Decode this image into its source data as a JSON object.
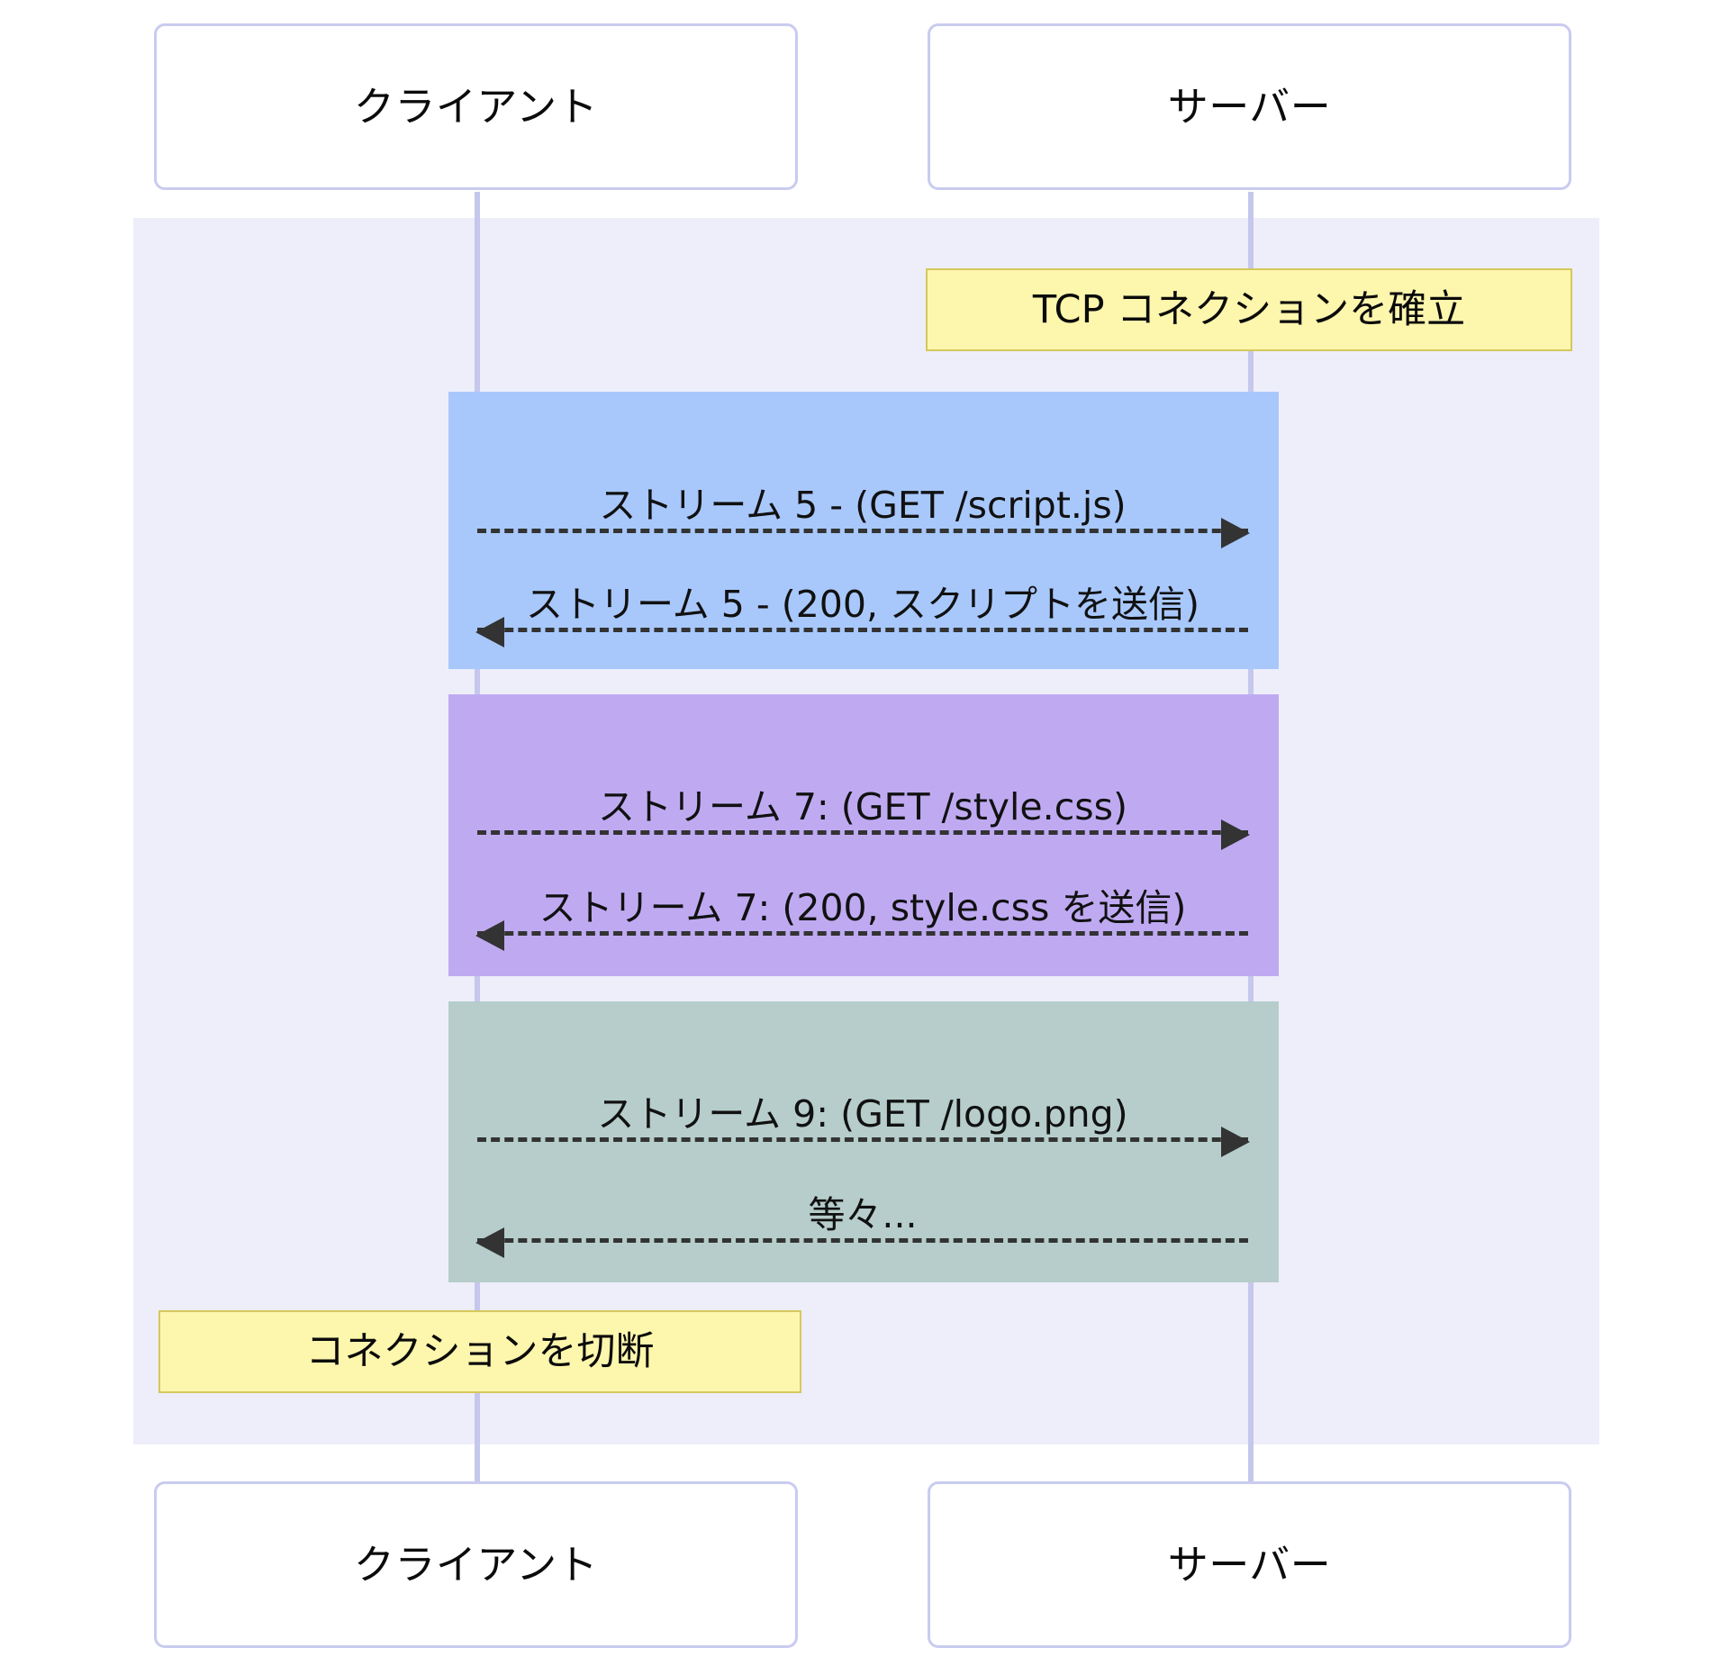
{
  "diagram": {
    "type": "sequence-diagram",
    "background_color": "#ffffff",
    "region_color": "#eeeefa"
  },
  "actors": {
    "client_top": "クライアント",
    "server_top": "サーバー",
    "client_bottom": "クライアント",
    "server_bottom": "サーバー"
  },
  "notes": {
    "tcp_connect": "TCP コネクションを確立",
    "disconnect": "コネクションを切断"
  },
  "blocks": [
    {
      "name": "stream-5",
      "color": "#a8c8fc"
    },
    {
      "name": "stream-7",
      "color": "#bfaaf2"
    },
    {
      "name": "stream-9",
      "color": "#b6cdcb"
    }
  ],
  "messages": [
    {
      "id": "m1",
      "label": "ストリーム 5 - (GET /script.js)",
      "direction": "client-to-server"
    },
    {
      "id": "m2",
      "label": "ストリーム 5 - (200, スクリプトを送信)",
      "direction": "server-to-client"
    },
    {
      "id": "m3",
      "label": "ストリーム 7: (GET /style.css)",
      "direction": "client-to-server"
    },
    {
      "id": "m4",
      "label": "ストリーム 7: (200, style.css を送信)",
      "direction": "server-to-client"
    },
    {
      "id": "m5",
      "label": "ストリーム 9: (GET /logo.png)",
      "direction": "client-to-server"
    },
    {
      "id": "m6",
      "label": "等々...",
      "direction": "server-to-client"
    }
  ],
  "colors": {
    "note_fill": "#fdf6ad",
    "note_border": "#d6c85c",
    "actor_border": "#c9cbef",
    "lifeline": "#c5c8ec",
    "arrow": "#333333"
  }
}
